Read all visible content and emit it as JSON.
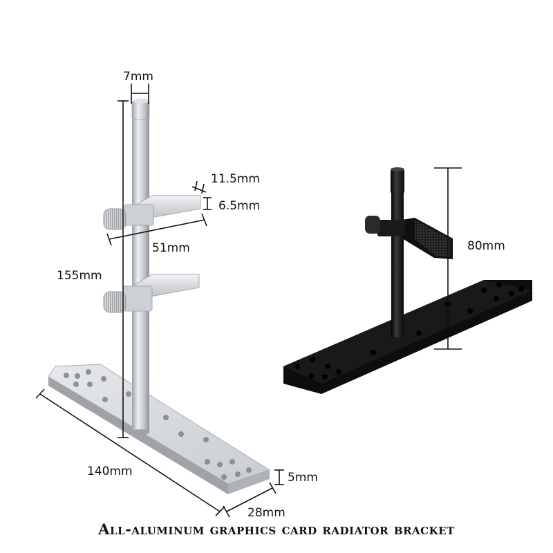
{
  "dimensions": {
    "rod_diameter": "7mm",
    "arm_width": "11.5mm",
    "arm_thickness": "6.5mm",
    "arm_length": "51mm",
    "height_silver": "155mm",
    "height_black": "80mm",
    "base_length": "140mm",
    "base_thickness": "5mm",
    "base_width": "28mm"
  },
  "caption": "All-aluminum graphics card radiator bracket",
  "colors": {
    "silver": "#c9ccd0",
    "black": "#141414",
    "dimension_line": "#111111"
  }
}
